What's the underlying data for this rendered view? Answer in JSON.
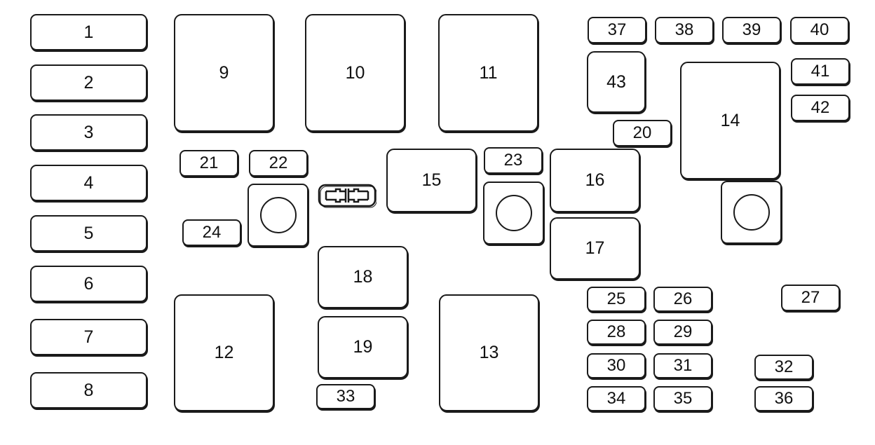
{
  "diagram": {
    "left_column": [
      "1",
      "2",
      "3",
      "4",
      "5",
      "6",
      "7",
      "8"
    ],
    "large_relays": [
      "9",
      "10",
      "11",
      "12",
      "13",
      "14"
    ],
    "relays": [
      "15",
      "16",
      "17",
      "18",
      "19",
      "43"
    ],
    "mini_fuses": [
      "20",
      "21",
      "22",
      "23",
      "24",
      "25",
      "26",
      "27",
      "28",
      "29",
      "30",
      "31",
      "32",
      "33",
      "34",
      "35",
      "36",
      "37",
      "38",
      "39",
      "40",
      "41",
      "42"
    ],
    "studs": [
      "stud-left",
      "stud-center",
      "stud-right"
    ],
    "fuse_puller": "fuse-puller"
  }
}
